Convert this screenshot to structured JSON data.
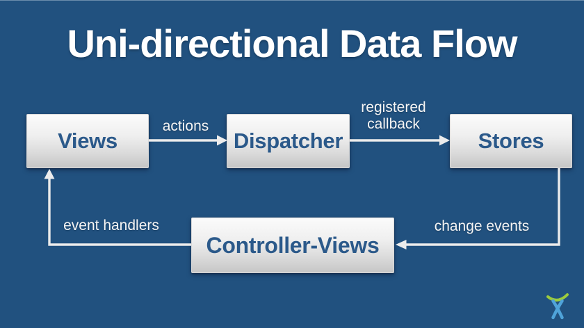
{
  "slide": {
    "title": "Uni-directional Data Flow"
  },
  "nodes": [
    {
      "id": "views",
      "label": "Views"
    },
    {
      "id": "dispatcher",
      "label": "Dispatcher"
    },
    {
      "id": "stores",
      "label": "Stores"
    },
    {
      "id": "controller_views",
      "label": "Controller-Views"
    }
  ],
  "edges": [
    {
      "from": "views",
      "to": "dispatcher",
      "label": "actions"
    },
    {
      "from": "dispatcher",
      "to": "stores",
      "label": "registered callback"
    },
    {
      "from": "stores",
      "to": "controller_views",
      "label": "change events"
    },
    {
      "from": "controller_views",
      "to": "views",
      "label": "event handlers"
    }
  ],
  "logo": {
    "name": "atlassian-charlie-logo"
  },
  "colors": {
    "background": "#21517F",
    "node_text": "#2B598A",
    "arrow": "#ECECEC",
    "label_text": "#F5F5F5",
    "logo_arc": "#9CCB3D",
    "logo_figure": "#4FA3D9"
  }
}
